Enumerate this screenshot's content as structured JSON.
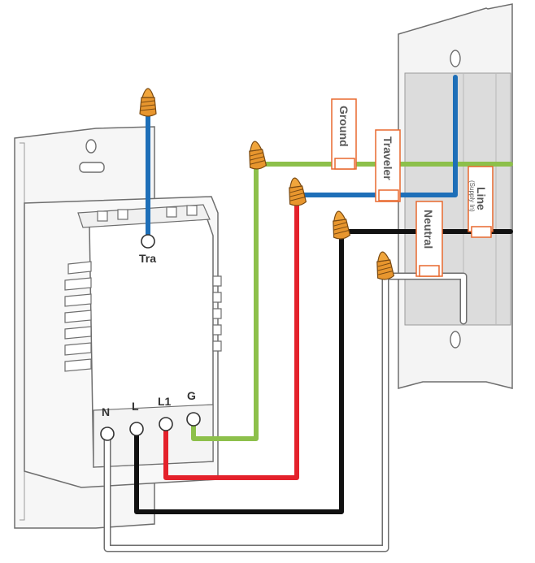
{
  "terminals": {
    "traveler_top": "Tra",
    "neutral": "N",
    "line": "L",
    "load": "L1",
    "ground": "G"
  },
  "tags": {
    "ground": "Ground",
    "traveler": "Traveler",
    "line": "Line",
    "line_sub": "(Supply In)",
    "neutral": "Neutral"
  },
  "colors": {
    "ground_wire": "#8dc04b",
    "traveler_wire": "#1e6fb8",
    "load_wire": "#e4212b",
    "line_wire": "#111111",
    "neutral_wire": "#ffffff",
    "wire_nut": "#e8962e",
    "tag_border": "#e8692e"
  },
  "icons": {
    "wire_nut": "wire-nut-icon",
    "screw": "screw-icon"
  }
}
